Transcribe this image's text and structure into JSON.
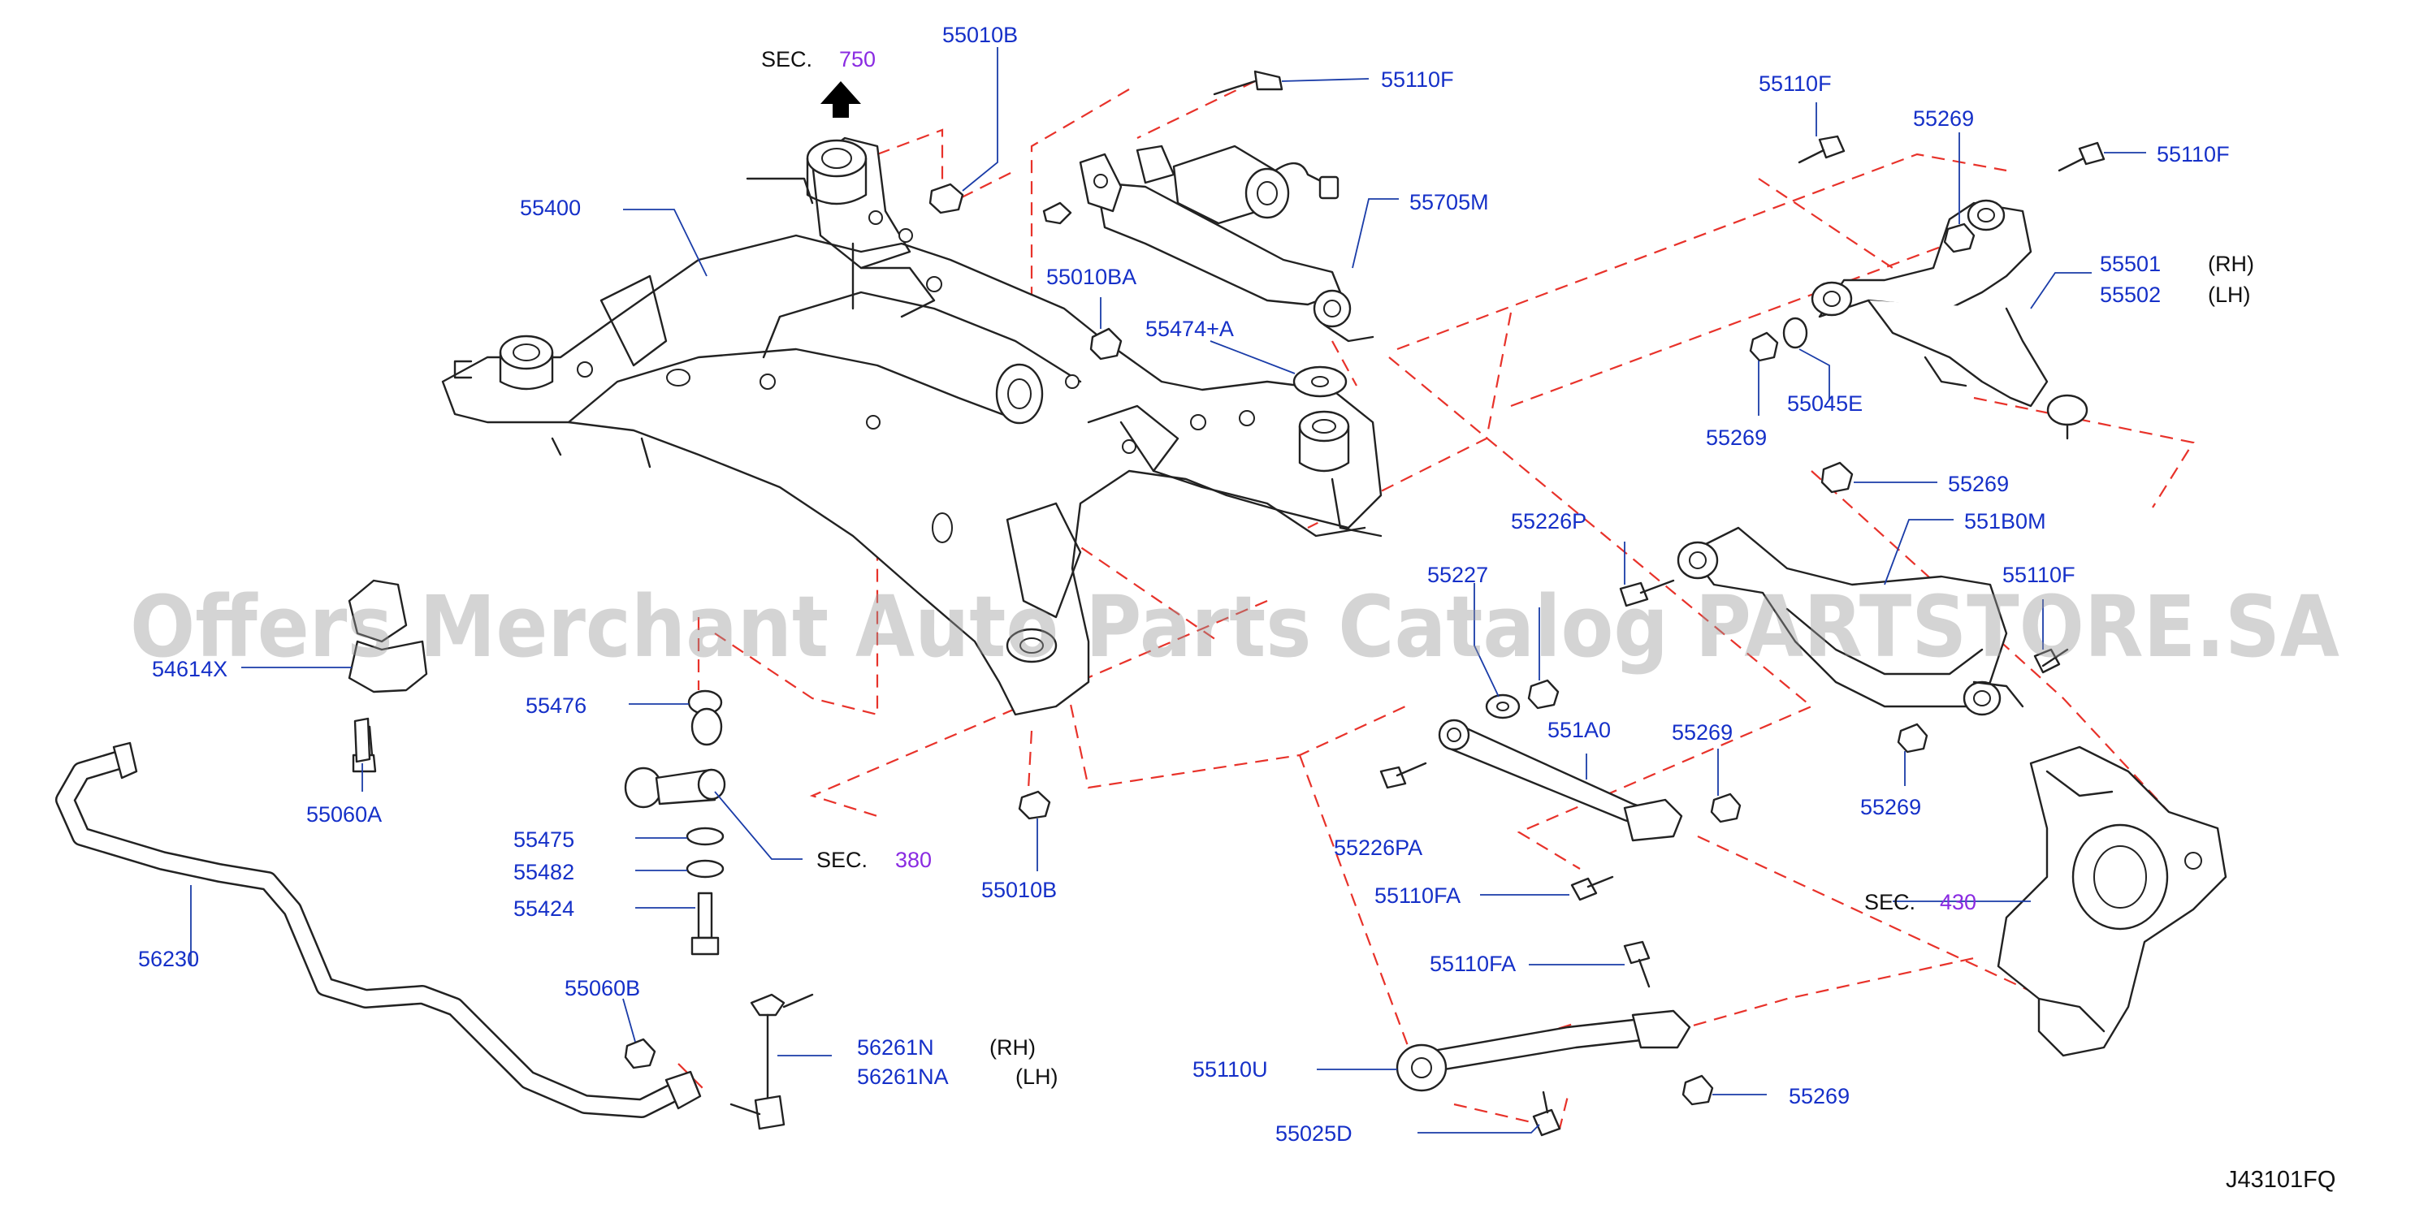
{
  "diagram_id": "J43101FQ",
  "watermark": "Offers Merchant Auto Parts Catalog PARTSTORE.SA",
  "sections": {
    "sec750": {
      "prefix": "SEC.",
      "number": "750"
    },
    "sec380": {
      "prefix": "SEC.",
      "number": "380"
    },
    "sec430": {
      "prefix": "SEC.",
      "number": "430"
    }
  },
  "parts": {
    "p55010B_top": "55010B",
    "p55110F_top": "55110F",
    "p55400": "55400",
    "p55705M": "55705M",
    "p55010BA": "55010BA",
    "p55474A": "55474+A",
    "p55110F_r1": "55110F",
    "p55269_r1": "55269",
    "p55110F_r2": "55110F",
    "p55501": "55501",
    "p55502": "55502",
    "rh_1": "(RH)",
    "lh_1": "(LH)",
    "p55045E": "55045E",
    "p55269_r2": "55269",
    "p55269_r3": "55269",
    "p551B0M": "551B0M",
    "p55226P": "55226P",
    "p55227": "55227",
    "p55110F_r3": "55110F",
    "p54614X": "54614X",
    "p55476": "55476",
    "p55060A": "55060A",
    "p55475": "55475",
    "p55482": "55482",
    "p55424": "55424",
    "p55010B_bottom": "55010B",
    "p551A0": "551A0",
    "p55269_m1": "55269",
    "p55269_r4": "55269",
    "p55226PA": "55226PA",
    "p55110FA_1": "55110FA",
    "p56230": "56230",
    "p55060B": "55060B",
    "p56261N": "56261N",
    "p56261NA": "56261NA",
    "rh_2": "(RH)",
    "lh_2": "(LH)",
    "p55110FA_2": "55110FA",
    "p55110U": "55110U",
    "p55269_b": "55269",
    "p55025D": "55025D"
  }
}
